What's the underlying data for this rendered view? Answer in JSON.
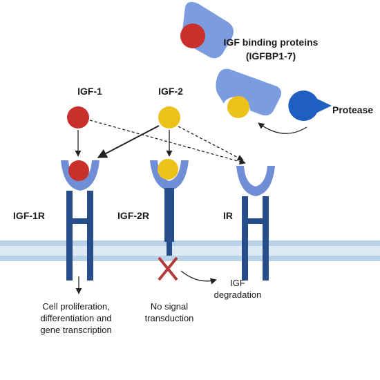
{
  "labels": {
    "igf1": "IGF-1",
    "igf2": "IGF-2",
    "igfbp_line1": "IGF binding proteins",
    "igfbp_line2": "(IGFBP1-7)",
    "protease": "Protease",
    "igf1r": "IGF-1R",
    "igf2r": "IGF-2R",
    "ir": "IR",
    "igf1r_outcome": [
      "Cell proliferation,",
      "differentiation and",
      "gene transcription"
    ],
    "igf2r_outcome": [
      "No signal",
      "transduction"
    ],
    "degradation": [
      "IGF",
      "degradation"
    ]
  },
  "colors": {
    "igf1": "#c9302c",
    "igf2": "#ecc21a",
    "binding_protein": "#7b9cdf",
    "receptor_head": "#6f8ed6",
    "receptor_body": "#274e8a",
    "membrane_outer": "#b9d2e6",
    "membrane_inner": "#dde9f3",
    "protease": "#1f5fc2",
    "block_cross": "#b23a3a"
  },
  "icons": {
    "block": "x-cross-icon",
    "protease": "pacman-protease-icon"
  }
}
